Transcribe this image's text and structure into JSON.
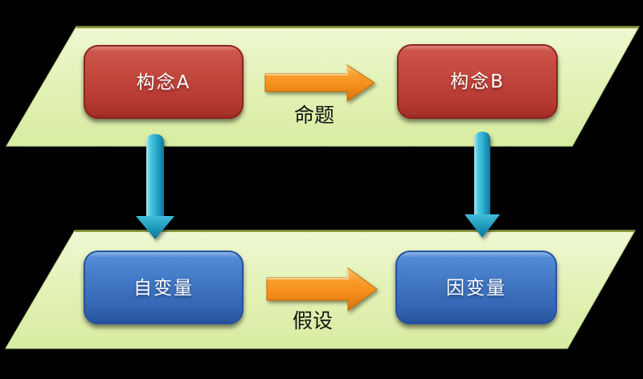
{
  "planes": {
    "top": {
      "box_a": "构念A",
      "box_b": "构念B",
      "arrow_label": "命题"
    },
    "bottom": {
      "box_a": "自变量",
      "box_b": "因变量",
      "arrow_label": "假设"
    }
  },
  "icons": {
    "horizontal_arrow": "right-arrow-icon",
    "vertical_arrow": "down-arrow-icon"
  },
  "colors": {
    "background": "#000000",
    "plane_fill": "#e3f2b4",
    "plane_edge": "#86993a",
    "concept_box_fill": "#c2463e",
    "concept_box_border": "#8e241b",
    "variable_box_fill": "#3d72c0",
    "variable_box_border": "#27529e",
    "horizontal_arrow": "#f6901d",
    "vertical_arrow": "#2aaccd",
    "box_text": "#fdfdfd",
    "label_text": "#121212"
  }
}
